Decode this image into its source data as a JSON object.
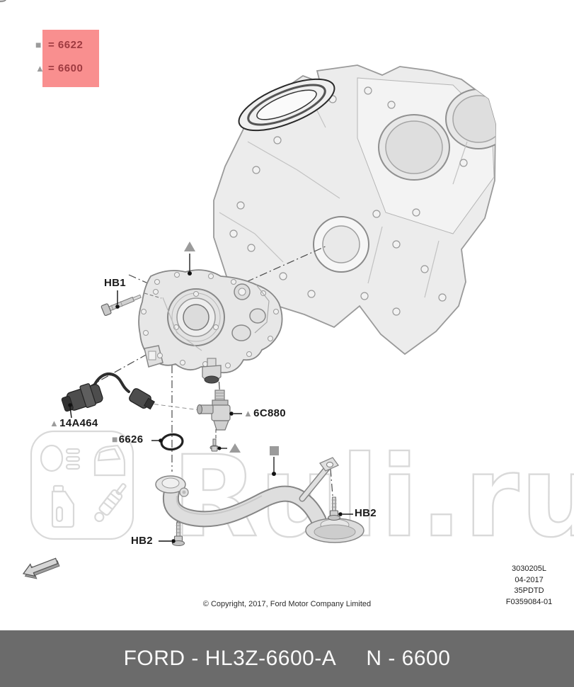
{
  "legend": {
    "items": [
      {
        "marker": "■",
        "label": "= 6622"
      },
      {
        "marker": "▲",
        "label": "= 6600"
      }
    ]
  },
  "callouts": {
    "hb1": "HB1",
    "sensor_marker": "▲",
    "sensor": "14A464",
    "oring_marker": "■",
    "oring": "6626",
    "solenoid_marker": "▲",
    "solenoid": "6C880",
    "hb2_left": "HB2",
    "hb2_right": "HB2"
  },
  "watermark": {
    "text": "Ruli.ru"
  },
  "doc_info": {
    "lines": [
      "3030205L",
      "04-2017",
      "35PDTD",
      "F0359084-01"
    ]
  },
  "copyright": "© Copyright, 2017, Ford Motor Company Limited",
  "footer": {
    "brand_part": "FORD - HL3Z-6600-A",
    "catalog_number": "N - 6600"
  },
  "colors": {
    "legend_bg": "#f98f8f",
    "legend_text": "#9e3a40",
    "marker_gray": "#9b9b9b",
    "footer_bg": "#6b6b6b",
    "watermark_gray": "#d9d9d9"
  }
}
